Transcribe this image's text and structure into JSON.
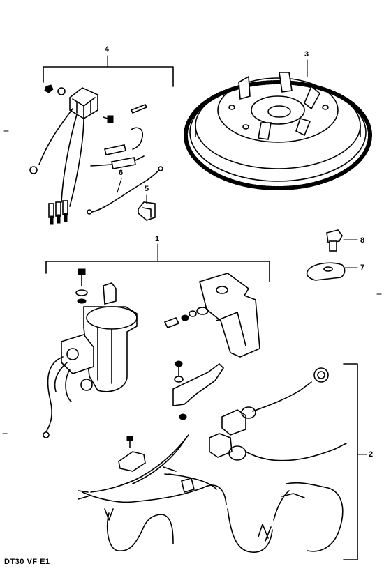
{
  "diagram_code": "DT30 VF E1",
  "callouts": {
    "c1": "1",
    "c2": "2",
    "c3": "3",
    "c4": "4",
    "c5": "5",
    "c6": "6",
    "c7": "7",
    "c8": "8"
  }
}
